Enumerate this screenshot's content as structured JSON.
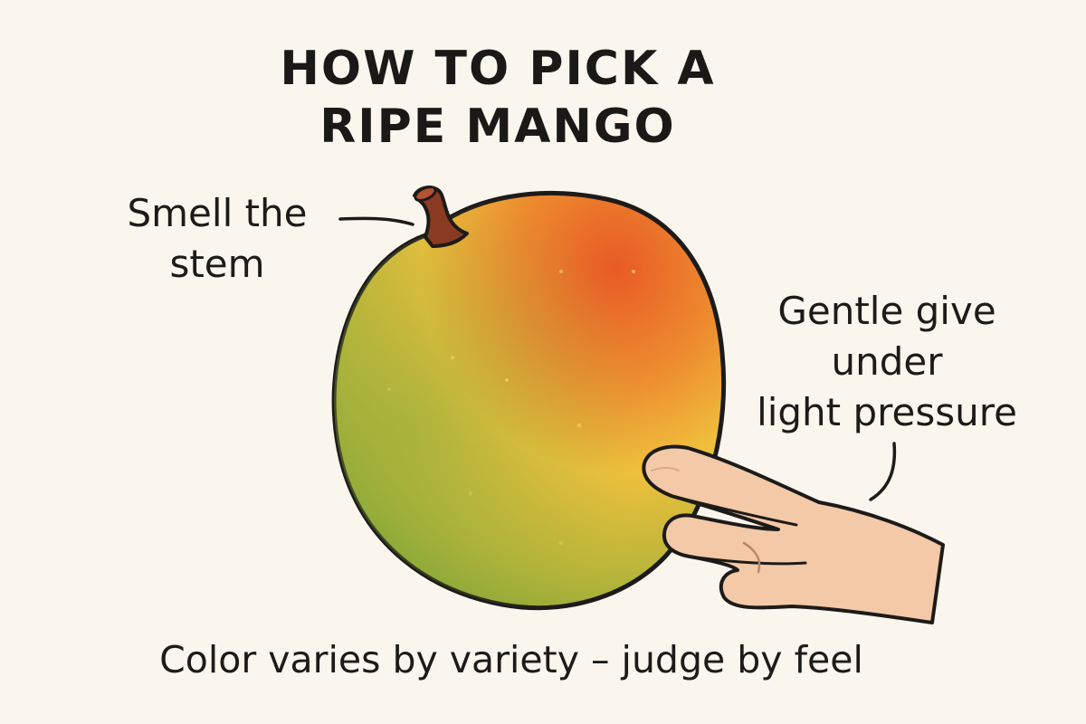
{
  "title": {
    "line1": "HOW TO PICK A",
    "line2": "RIPE MANGO"
  },
  "labels": {
    "stem": {
      "line1": "Smell the",
      "line2": "stem"
    },
    "pressure": {
      "line1": "Gentle give",
      "line2": "under",
      "line3": "light pressure"
    }
  },
  "caption": "Color varies by variety – judge by feel",
  "colors": {
    "background": "#faf6ee",
    "mango_green": "#8fae3c",
    "mango_yellow": "#eec03c",
    "mango_orange": "#e8682a",
    "stem": "#8a3b22",
    "hand": "#f3c9a8",
    "outline": "#1d1b19"
  },
  "icons": {
    "fruit": "mango-icon",
    "hand": "hand-icon"
  }
}
